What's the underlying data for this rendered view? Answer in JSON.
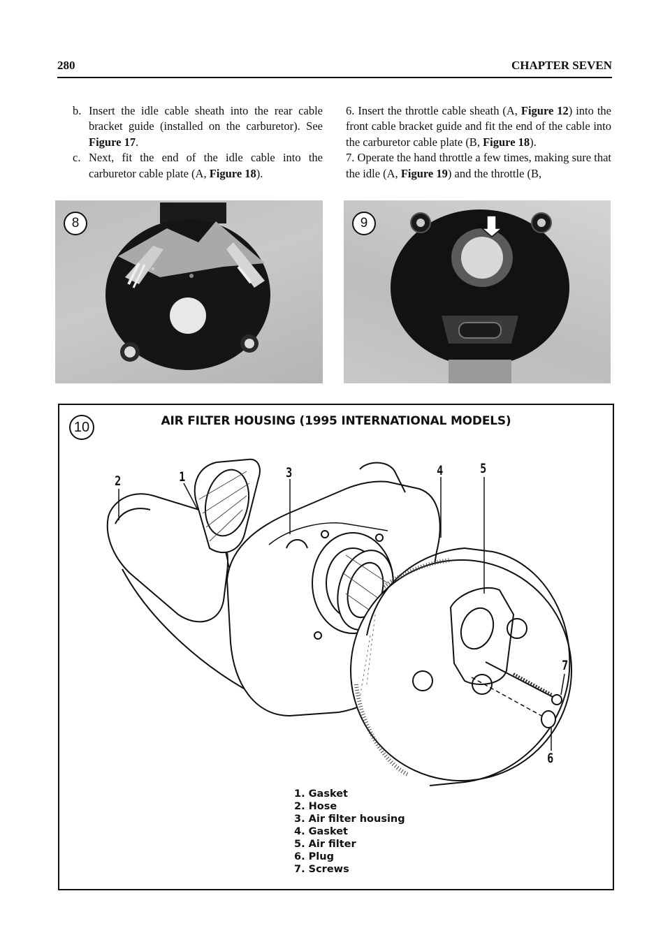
{
  "header": {
    "page_number": "280",
    "chapter": "CHAPTER SEVEN"
  },
  "left_column": {
    "items": [
      {
        "label": "b.",
        "text": "Insert the idle cable sheath into the rear cable bracket guide (installed on the carburetor). See ",
        "bold": "Figure 17",
        "after": "."
      },
      {
        "label": "c.",
        "text": "Next, fit the end of the idle cable into the carburetor cable plate (A, ",
        "bold": "Figure 18",
        "after": ")."
      }
    ]
  },
  "right_column": {
    "step6": {
      "pre": "6. Insert the throttle cable sheath (A, ",
      "b1": "Figure 12",
      "mid": ") into the front cable bracket guide and fit the end of the cable into the carburetor cable plate (B, ",
      "b2": "Figure 18",
      "post": ")."
    },
    "step7": {
      "pre": "7. Operate the hand throttle a few times, making sure that the idle (A, ",
      "b1": "Figure 19",
      "post": ") and the throttle (B,"
    }
  },
  "figures": {
    "photo8": {
      "number": "8"
    },
    "photo9": {
      "number": "9"
    },
    "diagram10": {
      "number": "10",
      "title": "AIR FILTER HOUSING (1995 INTERNATIONAL MODELS)",
      "callouts": [
        "2",
        "1",
        "3",
        "4",
        "5",
        "7",
        "6"
      ],
      "legend": [
        "1. Gasket",
        "2. Hose",
        "3. Air filter housing",
        "4. Gasket",
        "5. Air filter",
        "6. Plug",
        "7. Screws"
      ]
    }
  }
}
